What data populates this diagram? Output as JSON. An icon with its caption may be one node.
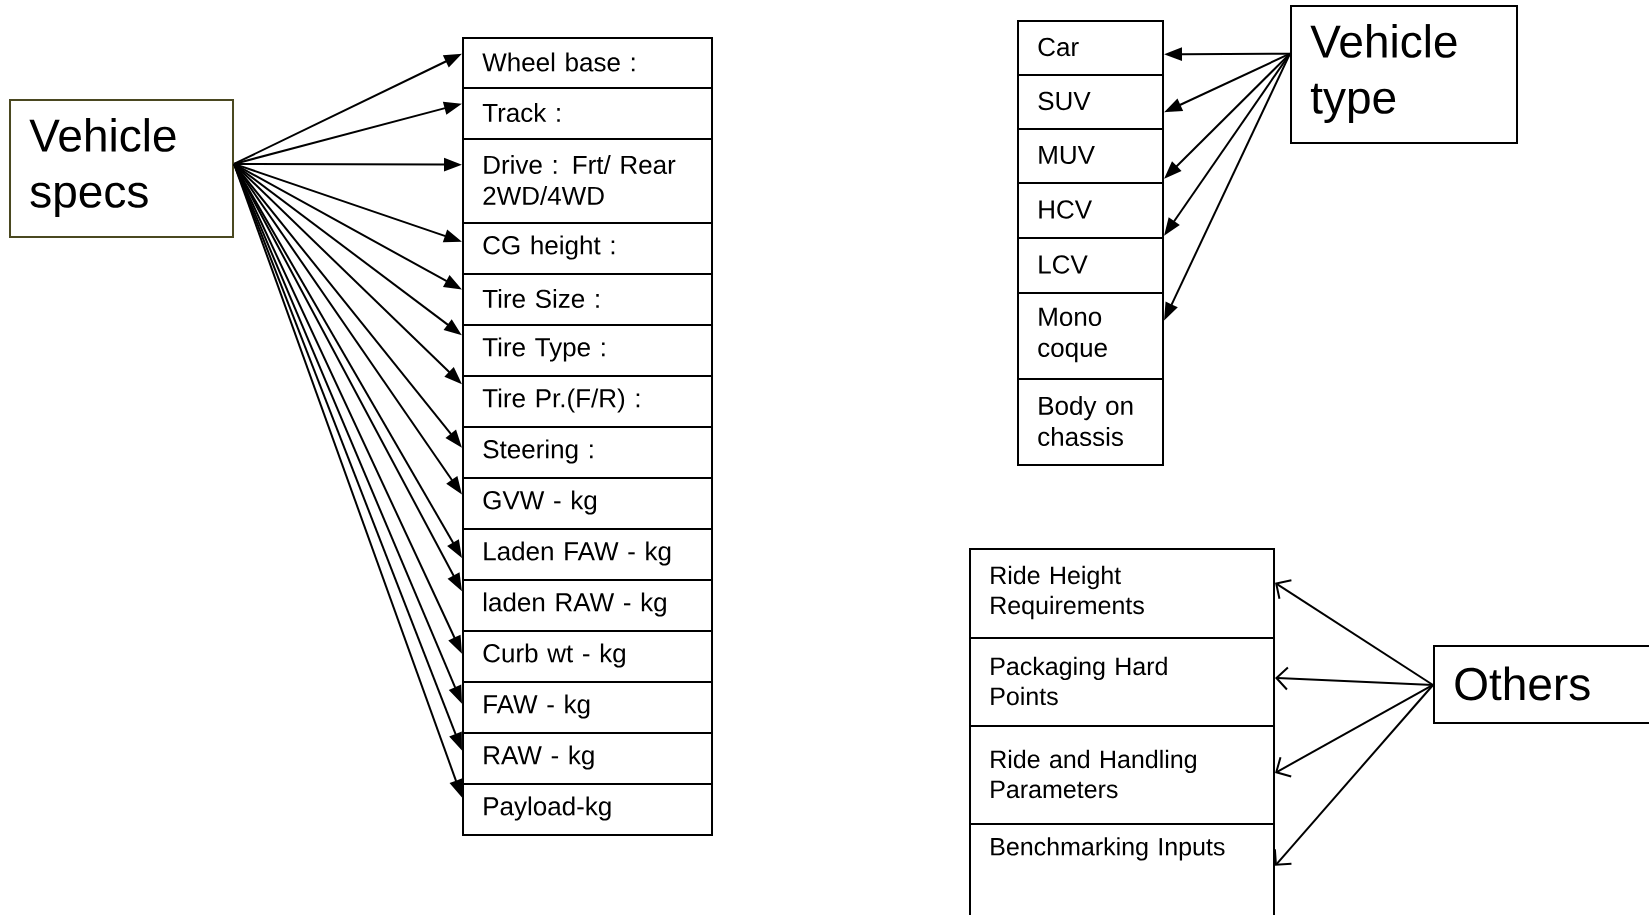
{
  "diagram": {
    "nodes": [
      {
        "text": [
          "Vehicle specs"
        ]
      },
      {
        "text": [
          "Wheel base :"
        ]
      },
      {
        "text": [
          "Track :"
        ]
      },
      {
        "text": [
          "Drive : Frt/ Rear 2WD/4WD"
        ]
      },
      {
        "text": [
          "CG height :"
        ]
      },
      {
        "text": [
          "Tire Size :"
        ]
      },
      {
        "text": [
          "Tire Type :"
        ]
      },
      {
        "text": [
          "Tire Pr.(F/R) :"
        ]
      },
      {
        "text": [
          "Steering :"
        ]
      },
      {
        "text": [
          "GVW - kg"
        ]
      },
      {
        "text": [
          "Laden FAW - kg"
        ]
      },
      {
        "text": [
          "laden RAW - kg"
        ]
      },
      {
        "text": [
          "Curb wt  - kg"
        ]
      },
      {
        "text": [
          "FAW - kg"
        ]
      },
      {
        "text": [
          "RAW - kg"
        ]
      },
      {
        "text": [
          "Payload-kg"
        ]
      },
      {
        "text": [
          "Vehicle type"
        ]
      },
      {
        "text": [
          "Car"
        ]
      },
      {
        "text": [
          "SUV"
        ]
      },
      {
        "text": [
          "MUV"
        ]
      },
      {
        "text": [
          "HCV"
        ]
      },
      {
        "text": [
          "LCV"
        ]
      },
      {
        "text": [
          "Mono coque"
        ]
      },
      {
        "text": [
          "Body on chassis"
        ]
      },
      {
        "text": [
          "Others"
        ]
      },
      {
        "text": [
          "Ride Height Requirements"
        ]
      },
      {
        "text": [
          "Packaging Hard Points"
        ]
      },
      {
        "text": [
          "Ride and Handling Parameters"
        ]
      },
      {
        "text": [
          "Benchmarking Inputs"
        ]
      }
    ],
    "edges": [
      {
        "from": 0,
        "to": 1,
        "arrow": "to"
      },
      {
        "from": 0,
        "to": 2,
        "arrow": "to"
      },
      {
        "from": 0,
        "to": 3,
        "arrow": "to"
      },
      {
        "from": 0,
        "to": 4,
        "arrow": "to"
      },
      {
        "from": 0,
        "to": 5,
        "arrow": "to"
      },
      {
        "from": 0,
        "to": 6,
        "arrow": "to"
      },
      {
        "from": 0,
        "to": 7,
        "arrow": "to"
      },
      {
        "from": 0,
        "to": 8,
        "arrow": "to"
      },
      {
        "from": 0,
        "to": 9,
        "arrow": "to"
      },
      {
        "from": 0,
        "to": 10,
        "arrow": "to"
      },
      {
        "from": 0,
        "to": 11,
        "arrow": "to"
      },
      {
        "from": 0,
        "to": 12,
        "arrow": "to"
      },
      {
        "from": 0,
        "to": 13,
        "arrow": "to"
      },
      {
        "from": 0,
        "to": 14,
        "arrow": "to"
      },
      {
        "from": 0,
        "to": 15,
        "arrow": "to"
      },
      {
        "from": 16,
        "to": 17,
        "arrow": "to"
      },
      {
        "from": 16,
        "to": 18,
        "arrow": "to"
      },
      {
        "from": 16,
        "to": 19,
        "arrow": "to"
      },
      {
        "from": 16,
        "to": 20,
        "arrow": "to"
      },
      {
        "from": 16,
        "to": 22,
        "arrow": "to"
      },
      {
        "from": 24,
        "to": 25,
        "arrow": "to"
      },
      {
        "from": 24,
        "to": 26,
        "arrow": "to"
      },
      {
        "from": 24,
        "to": 27,
        "arrow": "to"
      },
      {
        "from": 24,
        "to": 28,
        "arrow": "to"
      }
    ]
  }
}
